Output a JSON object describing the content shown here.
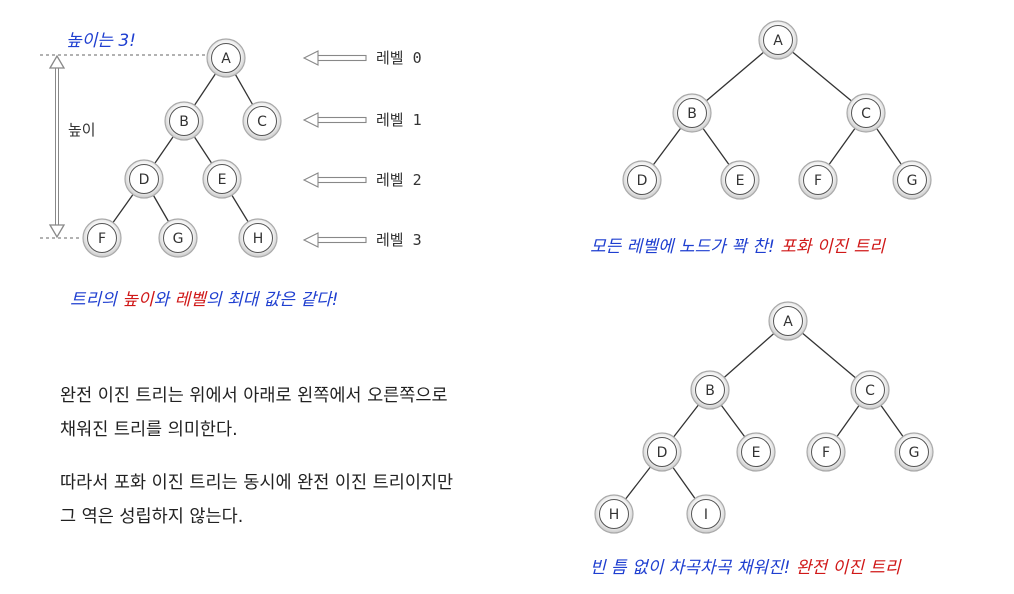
{
  "tree1": {
    "nodes": {
      "A": "A",
      "B": "B",
      "C": "C",
      "D": "D",
      "E": "E",
      "F": "F",
      "G": "G",
      "H": "H"
    },
    "height_note": "높이는 3!",
    "height_label": "높이",
    "levels": [
      "레벨 0",
      "레벨 1",
      "레벨 2",
      "레벨 3"
    ],
    "caption": {
      "p1": "트리의 ",
      "p2": "높이",
      "p3": "와 ",
      "p4": "레벨",
      "p5": "의 최대 값은 같다!"
    }
  },
  "tree2": {
    "nodes": {
      "A": "A",
      "B": "B",
      "C": "C",
      "D": "D",
      "E": "E",
      "F": "F",
      "G": "G"
    },
    "caption": {
      "p1": "모든 레벨에 노드가 꽉 찬! ",
      "p2": "포화 이진 트리"
    }
  },
  "tree3": {
    "nodes": {
      "A": "A",
      "B": "B",
      "C": "C",
      "D": "D",
      "E": "E",
      "F": "F",
      "G": "G",
      "H": "H",
      "I": "I"
    },
    "caption": {
      "p1": "빈 틈 없이 차곡차곡 채워진! ",
      "p2": "완전 이진 트리"
    }
  },
  "text": {
    "para1_line1": "완전 이진 트리는 위에서 아래로 왼쪽에서 오른쪽으로",
    "para1_line2": "채워진 트리를 의미한다.",
    "para2_line1": "따라서 포화 이진 트리는 동시에 완전 이진 트리이지만",
    "para2_line2": "그 역은 성립하지 않는다."
  },
  "colors": {
    "annotation_blue": "#1f3fd0",
    "annotation_red": "#d01818"
  }
}
